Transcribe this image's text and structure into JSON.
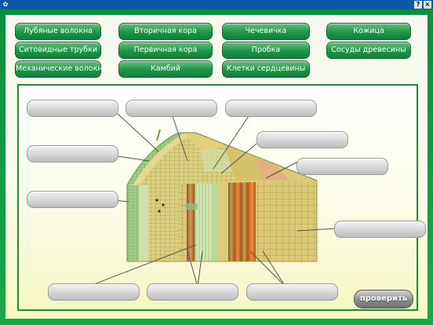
{
  "window": {
    "icon": "app-icon",
    "help_label": "?",
    "close_label": "×"
  },
  "terms": [
    "Лубяные волокна",
    "Вторичная кора",
    "Чечевичка",
    "Кожица",
    "Ситовидные трубки",
    "Первичная кора",
    "Пробка",
    "Сосуды древесины",
    "Механические волокна",
    "Камбий",
    "Клетки сердцевины"
  ],
  "check_button": {
    "label": "проверить"
  },
  "colors": {
    "frame": "#1aa84a",
    "term_button": "#1f9547",
    "drop_slot": "#d6d6d6",
    "bark": "#7fbf6a",
    "cork": "#e8d58a",
    "phloem": "#d6e9b0",
    "wood": "#d7c36a",
    "vessel": "#b07a3a",
    "cambium": "#c9e3b0"
  }
}
